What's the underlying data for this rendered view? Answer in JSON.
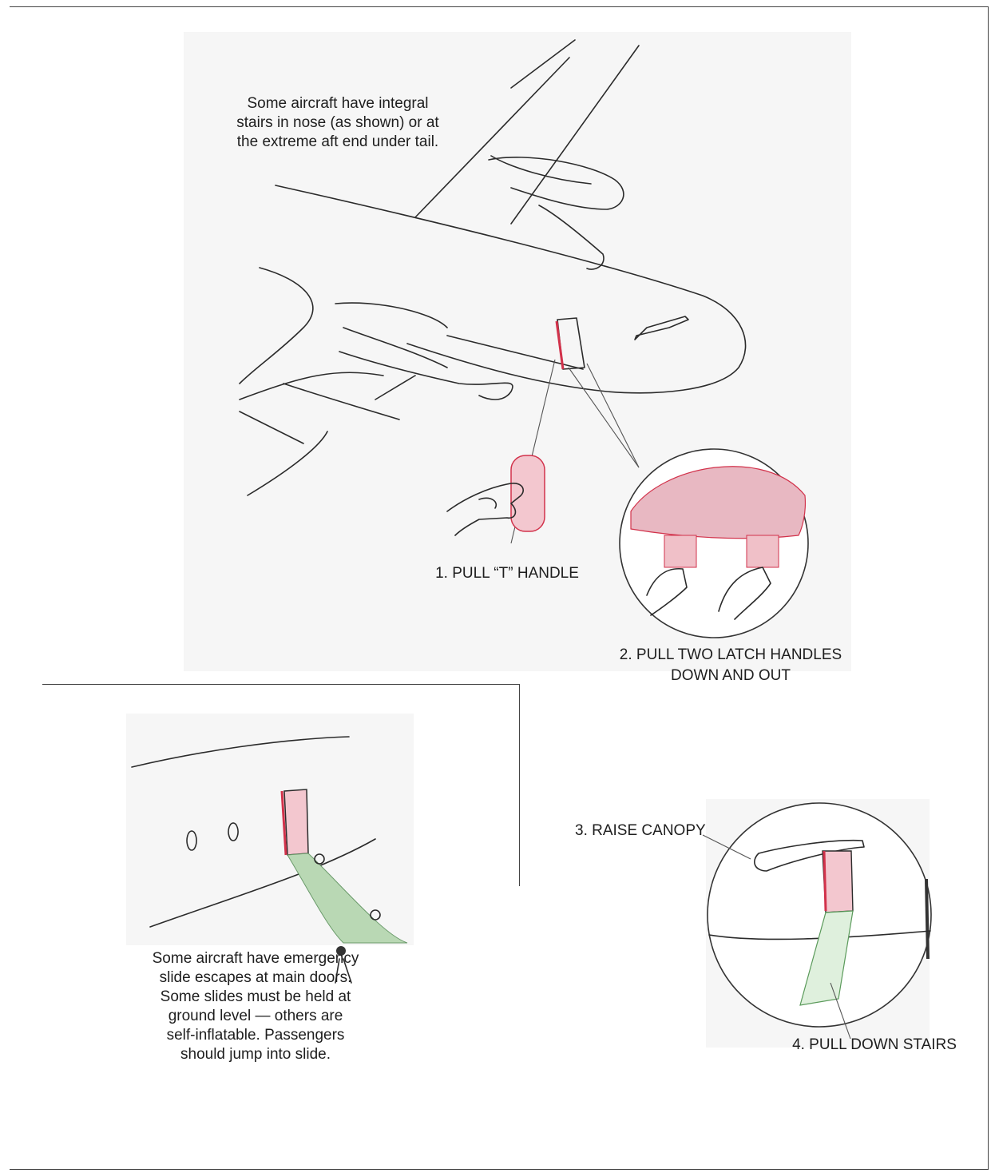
{
  "top_panel": {
    "caption": "Some aircraft have integral stairs in nose (as shown) or at the extreme aft end under tail.",
    "step1": "1. PULL “T” HANDLE",
    "step2_line1": "2. PULL TWO LATCH HANDLES",
    "step2_line2": "DOWN AND OUT"
  },
  "bottom_left_panel": {
    "caption_lines": [
      "Some aircraft have emergency",
      "slide escapes at main doors.",
      "Some slides must be held at",
      "ground level — others are",
      "self-inflatable. Passengers",
      "should jump into slide."
    ]
  },
  "bottom_right_panel": {
    "step3": "3. RAISE CANOPY",
    "step4": "4. PULL DOWN STAIRS"
  },
  "colors": {
    "accent_red": "#d2324b",
    "slide_green": "#b9d8b4",
    "panel_bg": "#f6f6f6"
  }
}
